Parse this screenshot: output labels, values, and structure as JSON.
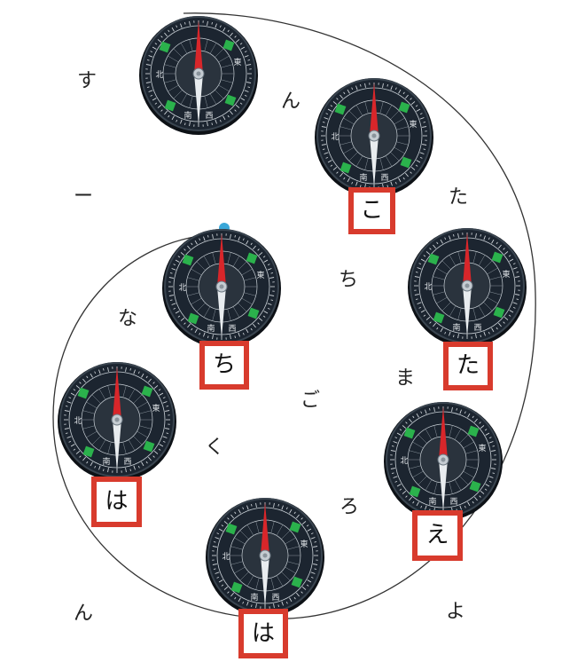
{
  "kana_labels": [
    {
      "id": "su",
      "text": "す"
    },
    {
      "id": "n-top",
      "text": "ん"
    },
    {
      "id": "ta-right",
      "text": "た"
    },
    {
      "id": "dash",
      "text": "ー"
    },
    {
      "id": "chi-mid",
      "text": "ち"
    },
    {
      "id": "na",
      "text": "な"
    },
    {
      "id": "ma",
      "text": "ま"
    },
    {
      "id": "go",
      "text": "ご"
    },
    {
      "id": "ku",
      "text": "く"
    },
    {
      "id": "ro",
      "text": "ろ"
    },
    {
      "id": "n-bottom",
      "text": "ん"
    },
    {
      "id": "yo",
      "text": "よ"
    }
  ],
  "answer_boxes": [
    {
      "id": "ko",
      "text": "こ"
    },
    {
      "id": "chi",
      "text": "ち"
    },
    {
      "id": "ta",
      "text": "た"
    },
    {
      "id": "ha-left",
      "text": "は"
    },
    {
      "id": "e",
      "text": "え"
    },
    {
      "id": "ha-bottom",
      "text": "は"
    }
  ],
  "compass": {
    "dial_text": [
      "北",
      "東",
      "南",
      "西"
    ],
    "needle_north_color": "#d8262a",
    "needle_south_color": "#e8ecef",
    "dial_color": "#1c2530",
    "green_mark_color": "#2bb24c"
  },
  "colors": {
    "box_border": "#d83b2d",
    "curve_line": "#333333",
    "start_dot": "#3aa7d8"
  }
}
